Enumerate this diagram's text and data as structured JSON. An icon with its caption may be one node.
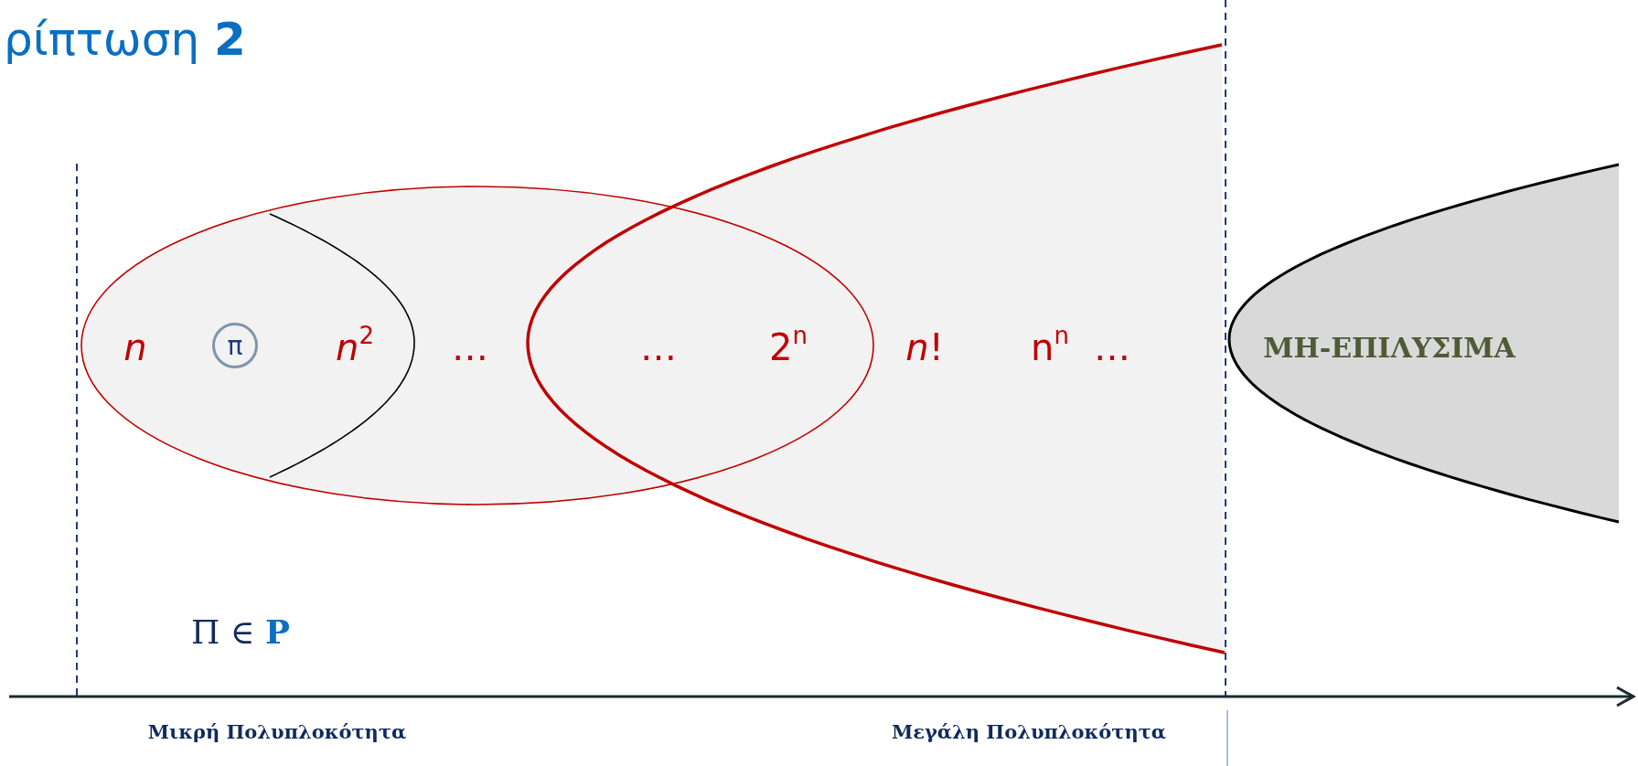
{
  "diagram": {
    "title": "ρίπτωση **2**",
    "nodes": [
      {
        "text": [
          "n",
          "*n*$^{2}$",
          "…",
          "…",
          "2$^{n}$"
        ]
      },
      {
        "text": [
          "π"
        ],
        "in": 0
      },
      {
        "text": [
          "*n*!",
          "n$^{n}$",
          "…"
        ]
      },
      {
        "text": [
          "ΜΗ-ΕΠΙΛΥΣΙΜΑ"
        ]
      }
    ],
    "labels": [
      "Π ∈ **P**",
      "Μικρή Πολυπλοκότητα",
      "Μεγάλη Πολυπλοκότητα"
    ]
  }
}
